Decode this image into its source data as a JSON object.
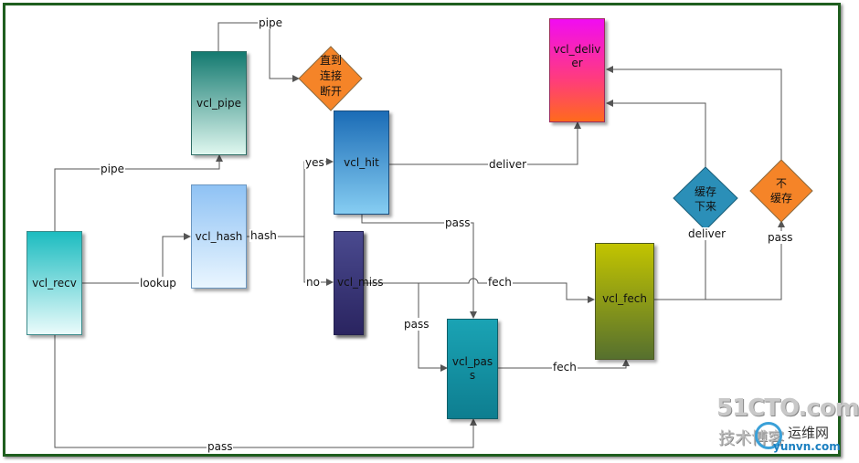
{
  "nodes": {
    "vcl_recv": "vcl_recv",
    "vcl_pipe": "vcl_pipe",
    "vcl_hash": "vcl_hash",
    "vcl_hit": "vcl_hit",
    "vcl_miss": "vcl_miss",
    "vcl_pass_line1": "vcl_pas",
    "vcl_pass_line2": "s",
    "vcl_deliver_line1": "vcl_deliv",
    "vcl_deliver_line2": "er",
    "vcl_fetch": "vcl_fech"
  },
  "decisions": {
    "disconnect": [
      "直到",
      "连接",
      "断开"
    ],
    "cache": [
      "缓存",
      "下来"
    ],
    "nocache": [
      "不",
      "缓存"
    ]
  },
  "edges": {
    "pipe_top": "pipe",
    "pipe_recv": "pipe",
    "lookup": "lookup",
    "hash": "hash",
    "yes": "yes",
    "no": "no",
    "deliver_hit": "deliver",
    "pass_hit": "pass",
    "fech_miss": "fech",
    "pass_miss": "pass",
    "fech_pass": "fech",
    "deliver_cache": "deliver",
    "pass_nocache": "pass",
    "pass_recv": "pass"
  },
  "watermark": {
    "brand": "51CTO.com",
    "sub": "技术博客",
    "site": "运维网",
    "url": "yunvn.com"
  },
  "colors": {
    "frame": "#1f5e1f",
    "line": "#555555"
  }
}
